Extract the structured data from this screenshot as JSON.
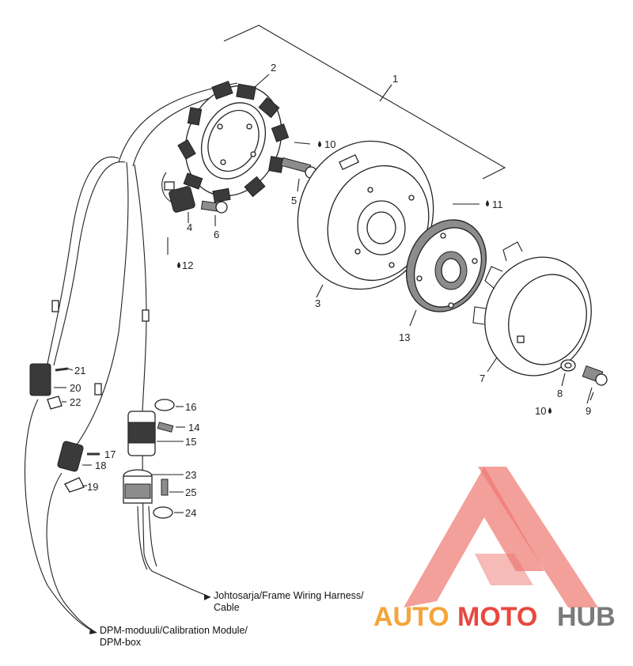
{
  "callouts": {
    "c1": "1",
    "c2": "2",
    "c3": "3",
    "c4": "4",
    "c5": "5",
    "c6": "6",
    "c7": "7",
    "c8": "8",
    "c9": "9",
    "c10a": "10",
    "c10b": "10",
    "c11": "11",
    "c12": "12",
    "c13": "13",
    "c14": "14",
    "c15": "15",
    "c16": "16",
    "c17": "17",
    "c18": "18",
    "c19": "19",
    "c20": "20",
    "c21": "21",
    "c22": "22",
    "c23": "23",
    "c24": "24",
    "c25": "25"
  },
  "notes": {
    "wiring_line1": "Johtosarja/Frame Wiring Harness/",
    "wiring_line2": "Cable",
    "dpm_line1": "DPM-moduuli/Calibration Module/",
    "dpm_line2": "DPM-box"
  },
  "watermark": {
    "part1": "AUTO",
    "part2": "MOTO",
    "part3": "HUB",
    "color_red": "#e8483f",
    "color_orange": "#f4a43a",
    "color_grey": "#7a7a7a"
  }
}
